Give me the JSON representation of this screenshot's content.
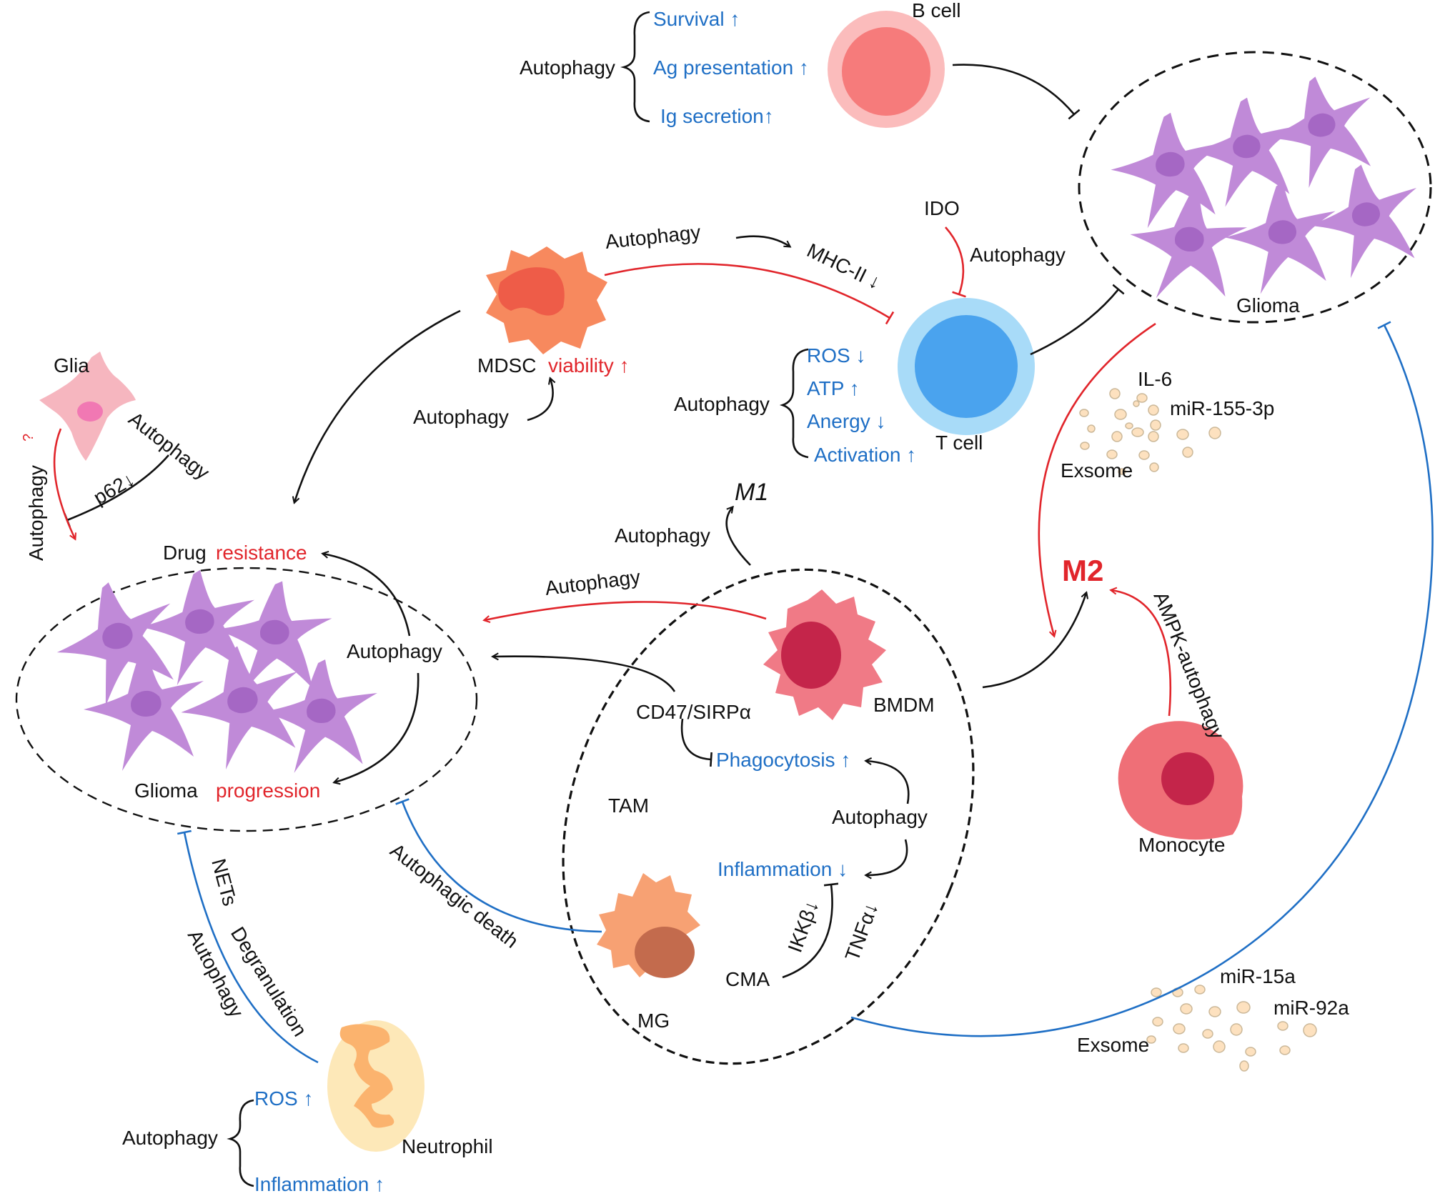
{
  "colors": {
    "black": "#111111",
    "red": "#e1252b",
    "blue": "#1f6fc5",
    "glioma": "#c08ad8",
    "glioma_nucleus": "#a567c4"
  },
  "b_cell": {
    "name": "B cell",
    "autophagy": "Autophagy",
    "effects": [
      "Survival ↑",
      "Ag presentation ↑",
      "Ig secretion↑"
    ]
  },
  "glioma_top": {
    "label": "Glioma"
  },
  "ido": {
    "label": "IDO",
    "autophagy": "Autophagy"
  },
  "mdsc": {
    "name": "MDSC",
    "viability": "viability ↑",
    "autophagy_top": "Autophagy",
    "mhc": "MHC-II ↓",
    "autophagy_bottom": "Autophagy"
  },
  "t_cell": {
    "name": "T cell",
    "autophagy": "Autophagy",
    "effects": [
      "ROS ↓",
      "ATP ↑",
      "Anergy ↓",
      "Activation ↑"
    ]
  },
  "exosome_top": {
    "labels": [
      "IL-6",
      "miR-155-3p"
    ],
    "name": "Exsome"
  },
  "glia": {
    "name": "Glia",
    "autophagy": "Autophagy",
    "p62": "p62↓",
    "autophagy_q": "Autophagy",
    "q": "?"
  },
  "glioma_main": {
    "drug": "Drug",
    "resistance": "resistance",
    "autophagy": "Autophagy",
    "glioma": "Glioma",
    "progression": "progression"
  },
  "m1": {
    "label": "M1",
    "autophagy": "Autophagy"
  },
  "m2": {
    "label": "M2"
  },
  "monocyte": {
    "name": "Monocyte",
    "pathway": "AMPK-autophagy"
  },
  "tam": {
    "label": "TAM",
    "bmdm": "BMDM",
    "bmdm_autophagy": "Autophagy",
    "cd47": "CD47/SIRPα",
    "phagocytosis": "Phagocytosis ↑",
    "autophagy_mid": "Autophagy",
    "inflammation": "Inflammation ↓",
    "ikk": "IKKβ↓",
    "tnf": "TNFα↓",
    "cma": "CMA",
    "mg": "MG",
    "autophagic_death": "Autophagic death"
  },
  "exosome_bottom": {
    "labels": [
      "miR-15a",
      "miR-92a"
    ],
    "name": "Exsome"
  },
  "neutrophil": {
    "name": "Neutrophil",
    "nets": "NETs",
    "degranulation": "Degranulation",
    "autophagy_side": "Autophagy",
    "autophagy": "Autophagy",
    "effects": [
      "ROS ↑",
      "Inflammation ↑"
    ]
  }
}
